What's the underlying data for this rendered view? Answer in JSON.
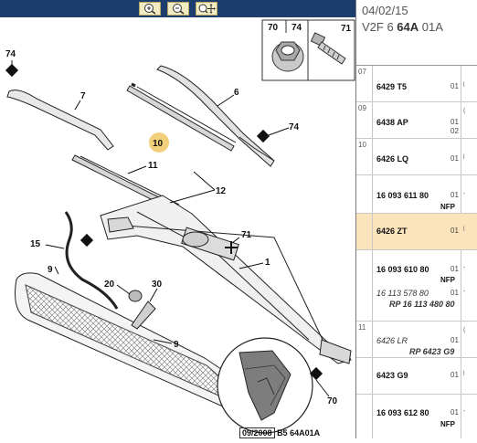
{
  "toolbar": {
    "buttons": [
      {
        "name": "zoom-in",
        "icon": "zoom-in-icon"
      },
      {
        "name": "zoom-out",
        "icon": "zoom-out-icon"
      },
      {
        "name": "pan",
        "icon": "pan-zoom-icon"
      }
    ]
  },
  "diagram": {
    "callouts": {
      "c74a": "74",
      "c7": "7",
      "c6": "6",
      "c10": "10",
      "c74b": "74",
      "c11": "11",
      "c12": "12",
      "c15": "15",
      "c71": "71",
      "c1": "1",
      "c9a": "9",
      "c20": "20",
      "c30": "30",
      "c9b": "9",
      "c70": "70"
    },
    "inset": {
      "left_label": "70",
      "right_label": "74",
      "bolt_label": "71"
    },
    "footer": {
      "date": "09/2008",
      "code": "B5 64A01A"
    }
  },
  "parts": {
    "header": {
      "date": "04/02/15",
      "code_prefix": "V2F 6 ",
      "code_bold": "64A",
      "code_suffix": " 01A"
    },
    "rows": [
      {
        "num": "07",
        "ref": "6429 T5",
        "qty": "01",
        "tail": "l"
      },
      {
        "num": "09",
        "ref": "6438 AP",
        "qty": "01",
        "qty2": "02",
        "tail": "("
      },
      {
        "num": "10",
        "ref": "6426 LQ",
        "qty": "01",
        "tail": "l"
      },
      {
        "ref": "16 093 611 80",
        "qty": "01",
        "nfp": "NFP",
        "tail": "-"
      },
      {
        "ref": "6426 ZT",
        "qty": "01",
        "tail": "l"
      },
      {
        "ref": "16 093 610 80",
        "qty": "01",
        "nfp": "NFP",
        "tail": "-"
      },
      {
        "ref": "16 113 578 80",
        "qty": "01",
        "rp": "RP 16 113 480 80",
        "tail": "-"
      },
      {
        "num": "11",
        "ref": "6426 LR",
        "rp": "RP 6423 G9",
        "qty": "01",
        "tail": "("
      },
      {
        "ref": "6423 G9",
        "qty": "01",
        "tail": "l"
      },
      {
        "ref": "16 093 612 80",
        "qty": "01",
        "nfp": "NFP",
        "tail": "-"
      }
    ]
  }
}
